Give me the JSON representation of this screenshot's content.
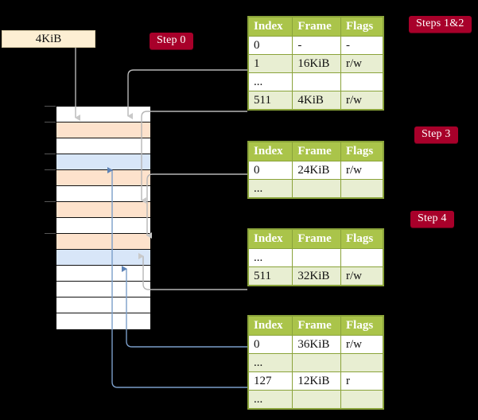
{
  "source": {
    "label": "4KiB"
  },
  "badges": [
    {
      "name": "step-0",
      "label": "Step 0"
    },
    {
      "name": "steps-1-2",
      "label": "Steps 1&2"
    },
    {
      "name": "step-3",
      "label": "Step 3"
    },
    {
      "name": "step-4",
      "label": "Step 4"
    }
  ],
  "colors": {
    "header_green": "#aac44a",
    "row_alt_green": "#e8eed2",
    "highlight_yellow": "#ffffa0",
    "badge_red": "#a8002a",
    "frame_orange": "#fde2cc",
    "frame_blue": "#d8e6f8",
    "source_cream": "#fdefd3",
    "wire_gray": "#b6b6b6",
    "wire_blue": "#7b9ec9"
  },
  "memory_column": {
    "name": "physical-memory-column",
    "rows": [
      {
        "index": 0,
        "fill": "white"
      },
      {
        "index": 1,
        "fill": "orange"
      },
      {
        "index": 2,
        "fill": "white"
      },
      {
        "index": 3,
        "fill": "blue"
      },
      {
        "index": 4,
        "fill": "orange"
      },
      {
        "index": 5,
        "fill": "white"
      },
      {
        "index": 6,
        "fill": "orange"
      },
      {
        "index": 7,
        "fill": "white"
      },
      {
        "index": 8,
        "fill": "orange"
      },
      {
        "index": 9,
        "fill": "blue"
      },
      {
        "index": 10,
        "fill": "white"
      },
      {
        "index": 11,
        "fill": "white"
      },
      {
        "index": 12,
        "fill": "white"
      },
      {
        "index": 13,
        "fill": "white"
      }
    ]
  },
  "tables": [
    {
      "name": "page-table-level-4",
      "headers": [
        "Index",
        "Frame",
        "Flags"
      ],
      "rows": [
        {
          "cells": [
            "0",
            "-",
            "-"
          ],
          "style": "plain",
          "highlight": false
        },
        {
          "cells": [
            "1",
            "16KiB",
            "r/w"
          ],
          "style": "alt",
          "highlight": false
        },
        {
          "cells": [
            "...",
            "",
            ""
          ],
          "style": "plain",
          "highlight": false
        },
        {
          "cells": [
            "511",
            "4KiB",
            "r/w"
          ],
          "style": "alt",
          "highlight": true
        }
      ]
    },
    {
      "name": "page-table-level-3",
      "headers": [
        "Index",
        "Frame",
        "Flags"
      ],
      "rows": [
        {
          "cells": [
            "0",
            "24KiB",
            "r/w"
          ],
          "style": "plain",
          "highlight": false
        },
        {
          "cells": [
            "...",
            "",
            ""
          ],
          "style": "alt",
          "highlight": false
        }
      ]
    },
    {
      "name": "page-table-level-2",
      "headers": [
        "Index",
        "Frame",
        "Flags"
      ],
      "rows": [
        {
          "cells": [
            "...",
            "",
            ""
          ],
          "style": "plain",
          "highlight": false
        },
        {
          "cells": [
            "511",
            "32KiB",
            "r/w"
          ],
          "style": "alt",
          "highlight": false
        }
      ]
    },
    {
      "name": "page-table-level-1",
      "headers": [
        "Index",
        "Frame",
        "Flags"
      ],
      "rows": [
        {
          "cells": [
            "0",
            "36KiB",
            "r/w"
          ],
          "style": "plain",
          "highlight": false
        },
        {
          "cells": [
            "...",
            "",
            ""
          ],
          "style": "alt",
          "highlight": false
        },
        {
          "cells": [
            "127",
            "12KiB",
            "r"
          ],
          "style": "plain",
          "highlight": false
        },
        {
          "cells": [
            "...",
            "",
            ""
          ],
          "style": "alt",
          "highlight": false
        }
      ]
    }
  ]
}
